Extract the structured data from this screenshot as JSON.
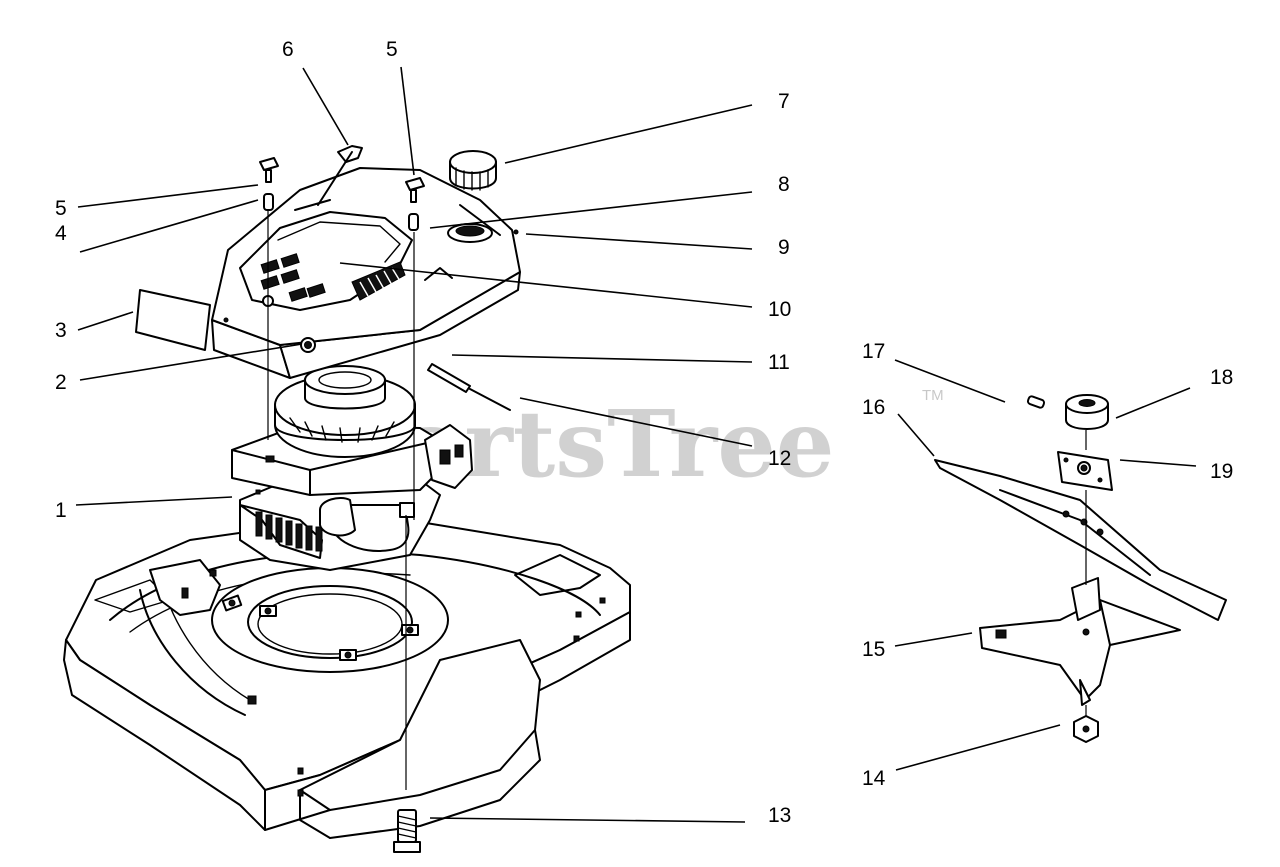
{
  "watermark": {
    "text": "PartsTree",
    "trademark": "TM"
  },
  "callouts": [
    {
      "id": "c1",
      "label": "1"
    },
    {
      "id": "c2",
      "label": "2"
    },
    {
      "id": "c3",
      "label": "3"
    },
    {
      "id": "c4",
      "label": "4"
    },
    {
      "id": "c5a",
      "label": "5"
    },
    {
      "id": "c5b",
      "label": "5"
    },
    {
      "id": "c6",
      "label": "6"
    },
    {
      "id": "c7",
      "label": "7"
    },
    {
      "id": "c8",
      "label": "8"
    },
    {
      "id": "c9",
      "label": "9"
    },
    {
      "id": "c10",
      "label": "10"
    },
    {
      "id": "c11",
      "label": "11"
    },
    {
      "id": "c12",
      "label": "12"
    },
    {
      "id": "c13",
      "label": "13"
    },
    {
      "id": "c14",
      "label": "14"
    },
    {
      "id": "c15",
      "label": "15"
    },
    {
      "id": "c16",
      "label": "16"
    },
    {
      "id": "c17",
      "label": "17"
    },
    {
      "id": "c18",
      "label": "18"
    },
    {
      "id": "c19",
      "label": "19"
    }
  ]
}
